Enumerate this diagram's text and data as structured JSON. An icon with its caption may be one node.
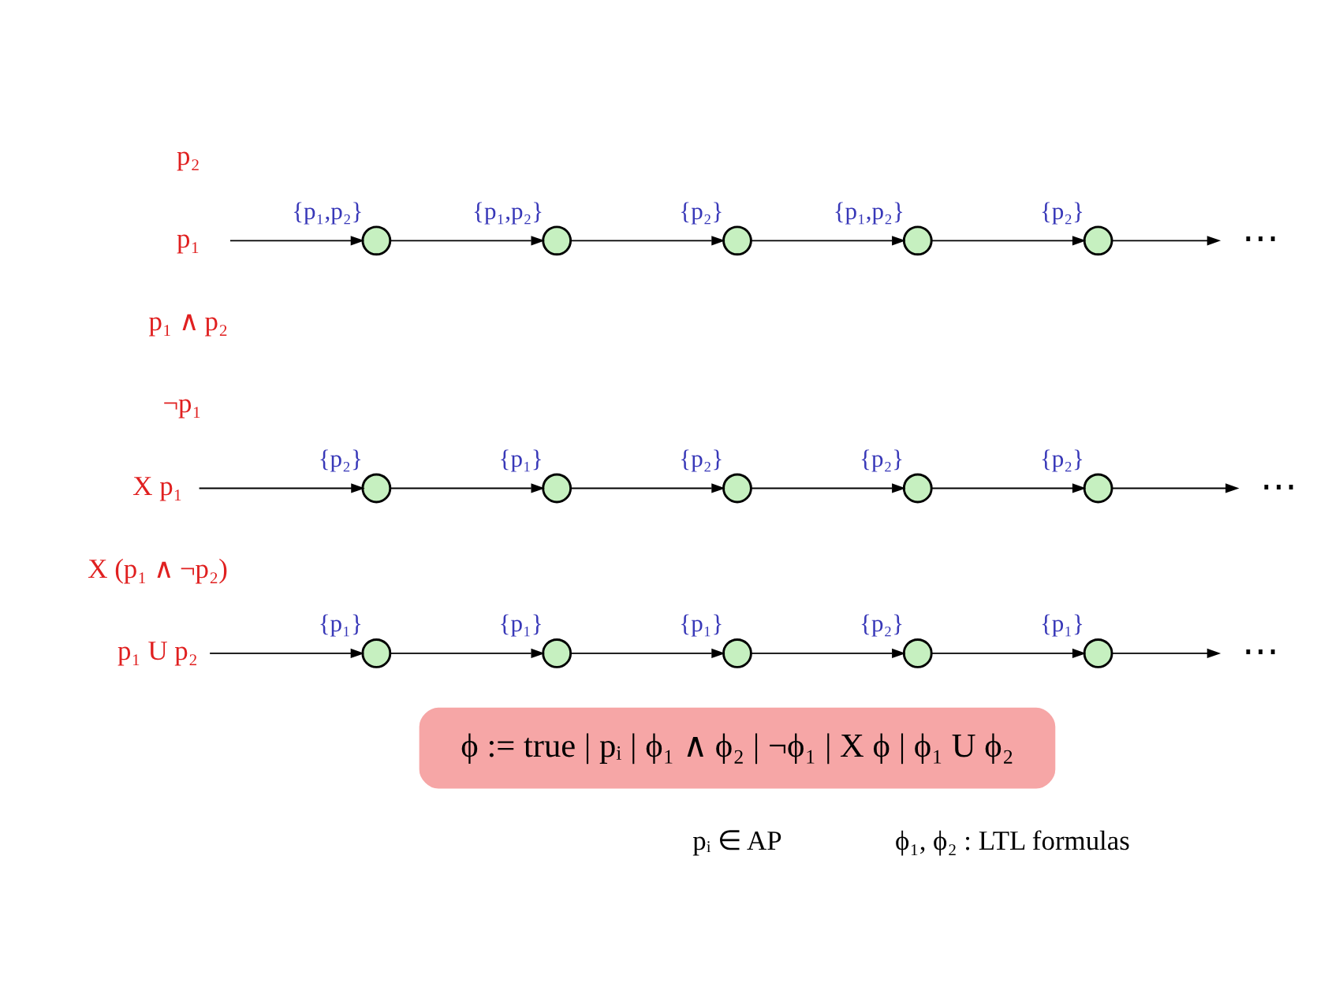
{
  "diagram": {
    "nodes": [
      {
        "text": [
          "p₁"
        ]
      },
      {
        "text": [],
        "shape": "circle",
        "beside": [
          "{p₁,p₂}"
        ]
      },
      {
        "text": [],
        "shape": "circle",
        "beside": [
          "{p₁,p₂}"
        ]
      },
      {
        "text": [],
        "shape": "circle",
        "beside": [
          "{p₂}"
        ]
      },
      {
        "text": [],
        "shape": "circle",
        "beside": [
          "{p₁,p₂}"
        ]
      },
      {
        "text": [],
        "shape": "circle",
        "beside": [
          "{p₂}"
        ]
      },
      {
        "text": [
          "⋯"
        ]
      },
      {
        "text": [
          "X p₁"
        ]
      },
      {
        "text": [],
        "shape": "circle",
        "beside": [
          "{p₂}"
        ]
      },
      {
        "text": [],
        "shape": "circle",
        "beside": [
          "{p₁}"
        ]
      },
      {
        "text": [],
        "shape": "circle",
        "beside": [
          "{p₂}"
        ]
      },
      {
        "text": [],
        "shape": "circle",
        "beside": [
          "{p₂}"
        ]
      },
      {
        "text": [],
        "shape": "circle",
        "beside": [
          "{p₂}"
        ]
      },
      {
        "text": [
          "⋯"
        ]
      },
      {
        "text": [
          "p₁ U p₂"
        ]
      },
      {
        "text": [],
        "shape": "circle",
        "beside": [
          "{p₁}"
        ]
      },
      {
        "text": [],
        "shape": "circle",
        "beside": [
          "{p₁}"
        ]
      },
      {
        "text": [],
        "shape": "circle",
        "beside": [
          "{p₁}"
        ]
      },
      {
        "text": [],
        "shape": "circle",
        "beside": [
          "{p₂}"
        ]
      },
      {
        "text": [],
        "shape": "circle",
        "beside": [
          "{p₁}"
        ]
      },
      {
        "text": [
          "⋯"
        ]
      },
      {
        "text": [
          "ϕ := true | pᵢ | ϕ₁ ∧ ϕ₂ | ¬ϕ₁ | X ϕ | ϕ₁ U ϕ₂"
        ]
      }
    ],
    "edges": [
      {
        "from": 0,
        "to": 1,
        "arrow": "to"
      },
      {
        "from": 1,
        "to": 2,
        "arrow": "to"
      },
      {
        "from": 2,
        "to": 3,
        "arrow": "to"
      },
      {
        "from": 3,
        "to": 4,
        "arrow": "to"
      },
      {
        "from": 4,
        "to": 5,
        "arrow": "to"
      },
      {
        "from": 5,
        "to": 6,
        "arrow": "to"
      },
      {
        "from": 7,
        "to": 8,
        "arrow": "to"
      },
      {
        "from": 8,
        "to": 9,
        "arrow": "to"
      },
      {
        "from": 9,
        "to": 10,
        "arrow": "to"
      },
      {
        "from": 10,
        "to": 11,
        "arrow": "to"
      },
      {
        "from": 11,
        "to": 12,
        "arrow": "to"
      },
      {
        "from": 12,
        "to": 13,
        "arrow": "to"
      },
      {
        "from": 14,
        "to": 15,
        "arrow": "to"
      },
      {
        "from": 15,
        "to": 16,
        "arrow": "to"
      },
      {
        "from": 16,
        "to": 17,
        "arrow": "to"
      },
      {
        "from": 17,
        "to": 18,
        "arrow": "to"
      },
      {
        "from": 18,
        "to": 19,
        "arrow": "to"
      },
      {
        "from": 19,
        "to": 20,
        "arrow": "to"
      }
    ],
    "labels": [
      "p₂",
      "p₁ ∧ p₂",
      "¬p₁",
      "X (p₁ ∧ ¬p₂)",
      "pᵢ ∈ AP",
      "ϕ₁, ϕ₂ : LTL formulas"
    ]
  }
}
